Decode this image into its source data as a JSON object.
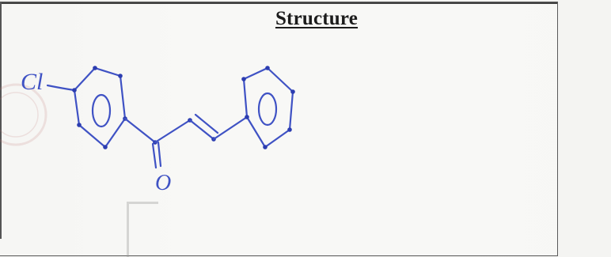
{
  "section": {
    "heading": "Structure"
  },
  "drawing": {
    "description_icon": "handwritten-chemical-structure-icon",
    "ink_color": "#3f52c4",
    "substituent_label": "Cl",
    "carbonyl_label": "O"
  }
}
